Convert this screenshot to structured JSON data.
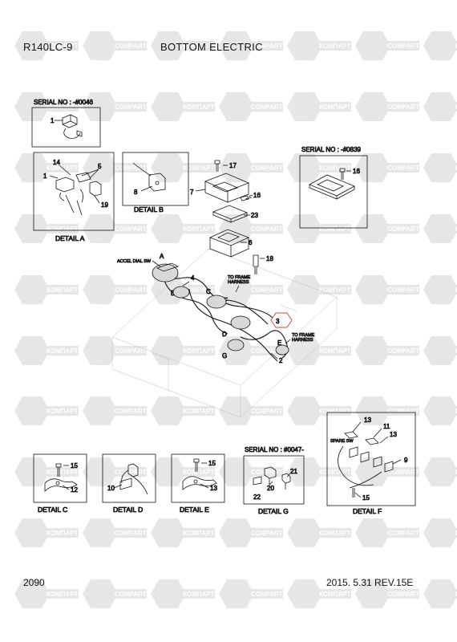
{
  "header": {
    "model": "R140LC-9",
    "title": "BOTTOM ELECTRIC"
  },
  "footer": {
    "page_number": "2090",
    "date_revision": "2015. 5.31  REV.15E"
  },
  "watermark": {
    "brand_a": "КОМПАРТ",
    "brand_b": "COMPART",
    "color": "#d3d3d3"
  },
  "serial_notes": {
    "top_left": "SERIAL NO : -#0046",
    "top_right": "SERIAL NO : -#0839",
    "detail_g": "SERIAL NO : #0047-"
  },
  "detail_captions": {
    "a": "DETAIL A",
    "b": "DETAIL B",
    "c": "DETAIL C",
    "d": "DETAIL D",
    "e": "DETAIL E",
    "f": "DETAIL F",
    "g": "DETAIL G"
  },
  "callouts": {
    "accel_dial": "ACCEL DIAL SW",
    "to_frame_1": "TO FRAME",
    "harness_1": "HARNESS",
    "to_frame_2": "TO FRAME",
    "harness_2": "HARNESS",
    "spare_sw": "SPARE SW"
  },
  "detail_letters": [
    "A",
    "B",
    "C",
    "D",
    "E",
    "F",
    "G"
  ],
  "part_numbers": {
    "p1a": "1",
    "p14": "14",
    "p5": "5",
    "p1b": "1",
    "p19": "19",
    "p8": "8",
    "p17": "17",
    "p7": "7",
    "p16a": "16",
    "p23": "23",
    "p6": "6",
    "p18": "18",
    "p4": "4",
    "p3": "3",
    "p2": "2",
    "p16b": "16",
    "p15c": "15",
    "p12": "12",
    "p10": "10",
    "p15e": "15",
    "p13e": "13",
    "p21": "21",
    "p20": "20",
    "p22": "22",
    "p13f": "13",
    "p11": "11",
    "p13f2": "13",
    "p9": "9",
    "p15f": "15"
  }
}
